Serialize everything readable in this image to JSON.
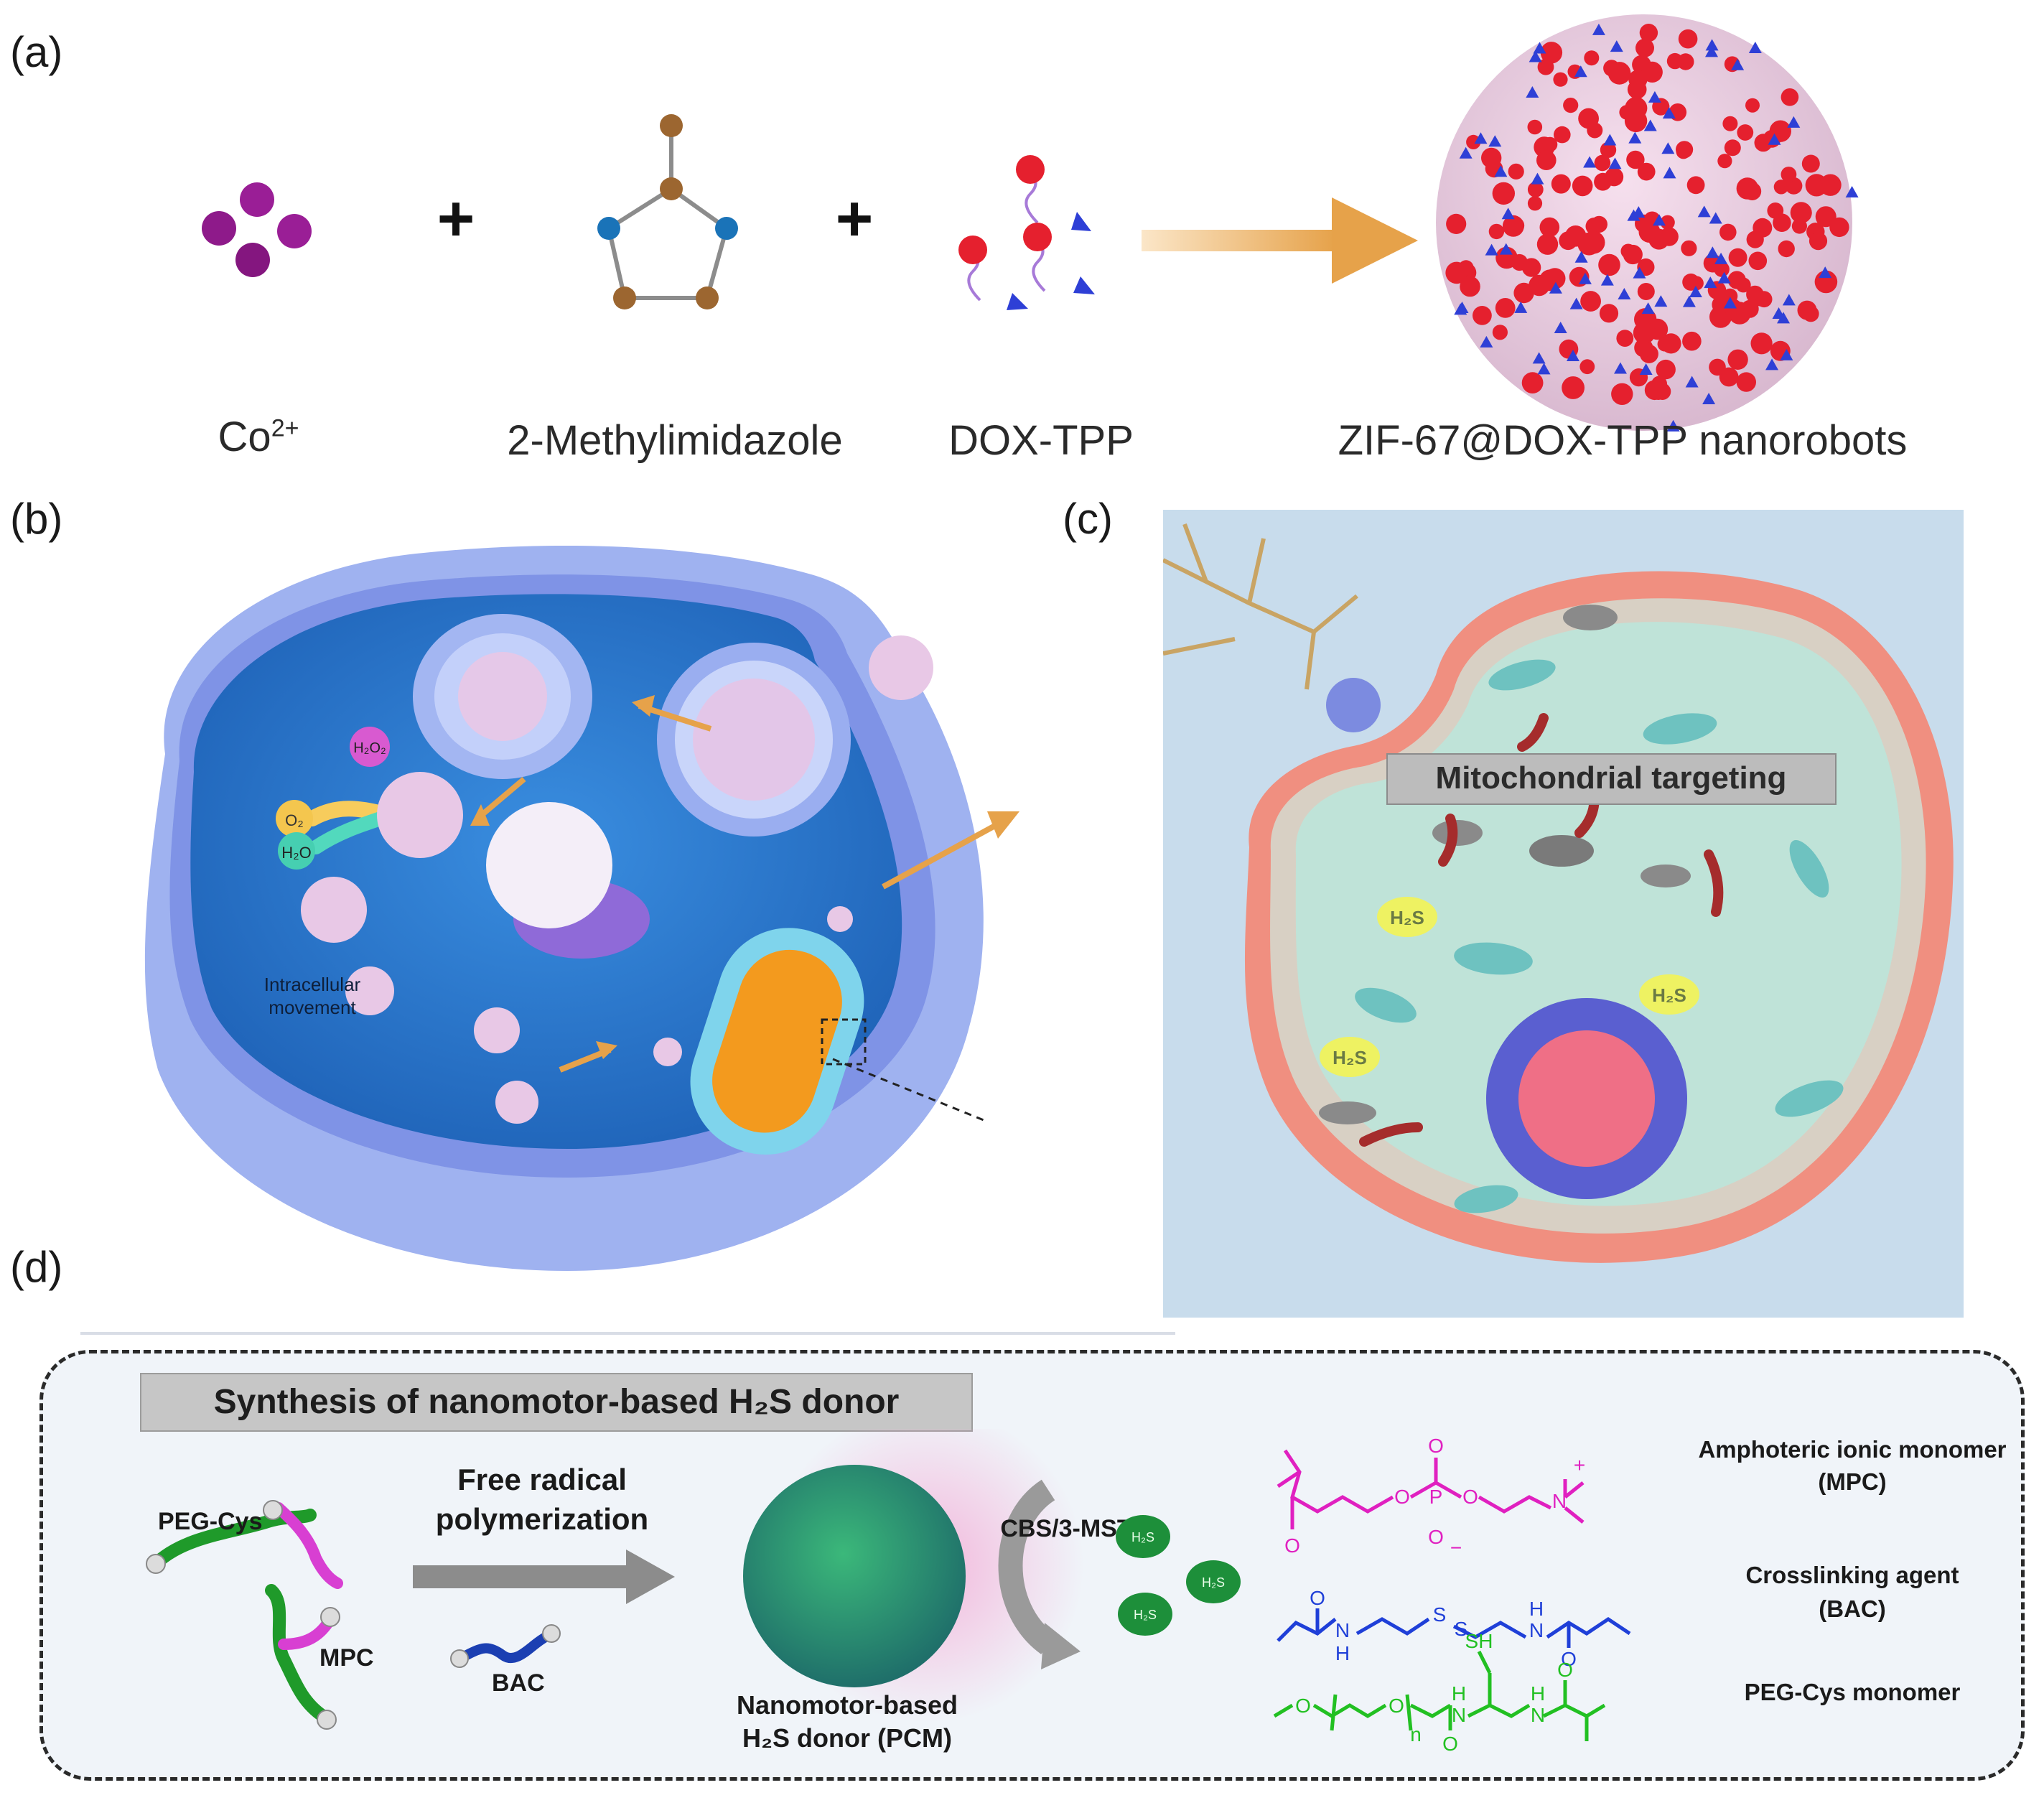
{
  "panels": {
    "a": {
      "letter": "(a)",
      "captions": {
        "co": "Co",
        "co_sup": "2+",
        "methylimidazole": "2-Methylimidazole",
        "dox": "DOX-TPP",
        "nanorobots": "ZIF-67@DOX-TPP nanorobots"
      },
      "plus_sign": "+"
    },
    "b": {
      "letter": "(b)",
      "labels": {
        "o2": "O₂",
        "h2o2": "H₂O₂",
        "h2o": "H₂O",
        "movement_line1": "Intracellular",
        "movement_line2": "movement"
      }
    },
    "c": {
      "letter": "(c)",
      "banner": "Mitochondrial targeting",
      "h2s_label": "H₂S"
    },
    "d": {
      "letter": "(d)",
      "header": "Synthesis of nanomotor-based H₂S donor",
      "reaction_line1": "Free radical",
      "reaction_line2": "polymerization",
      "reagents": {
        "peg_cys": "PEG-Cys",
        "mpc": "MPC",
        "bac": "BAC"
      },
      "product_line1": "Nanomotor-based",
      "product_line2": "H₂S donor (PCM)",
      "enzyme": "CBS/3-MST",
      "h2s_bubble": "H₂S",
      "monomers": [
        {
          "name_line1": "Amphoteric ionic monomer",
          "name_line2": "(MPC)",
          "color": "#e020c0"
        },
        {
          "name_line1": "Crosslinking agent",
          "name_line2": "(BAC)",
          "color": "#1f3fd8"
        },
        {
          "name_line1": "PEG-Cys monomer",
          "name_line2": "",
          "color": "#22c022"
        }
      ],
      "structure_atoms": {
        "o": "O",
        "p": "P",
        "n": "N",
        "h": "H",
        "s": "S",
        "sh": "SH",
        "n_sub": "n",
        "plus": "+",
        "minus": "−"
      }
    }
  },
  "colors": {
    "cobalt": "#8e1a8a",
    "imidazole_carbon": "#9c6630",
    "imidazole_nitrogen": "#1a73b8",
    "dox_red": "#e5202e",
    "tpp_blue": "#2e3fd6",
    "arrow_gold": "#e6a24a",
    "cell_blue": "#2f7fd0",
    "membrane_blue": "#8ea4ef",
    "cell_c_fill": "#bfe3d8",
    "cell_c_membrane": "#f08f80",
    "panel_d_bg": "#eef2f7"
  }
}
